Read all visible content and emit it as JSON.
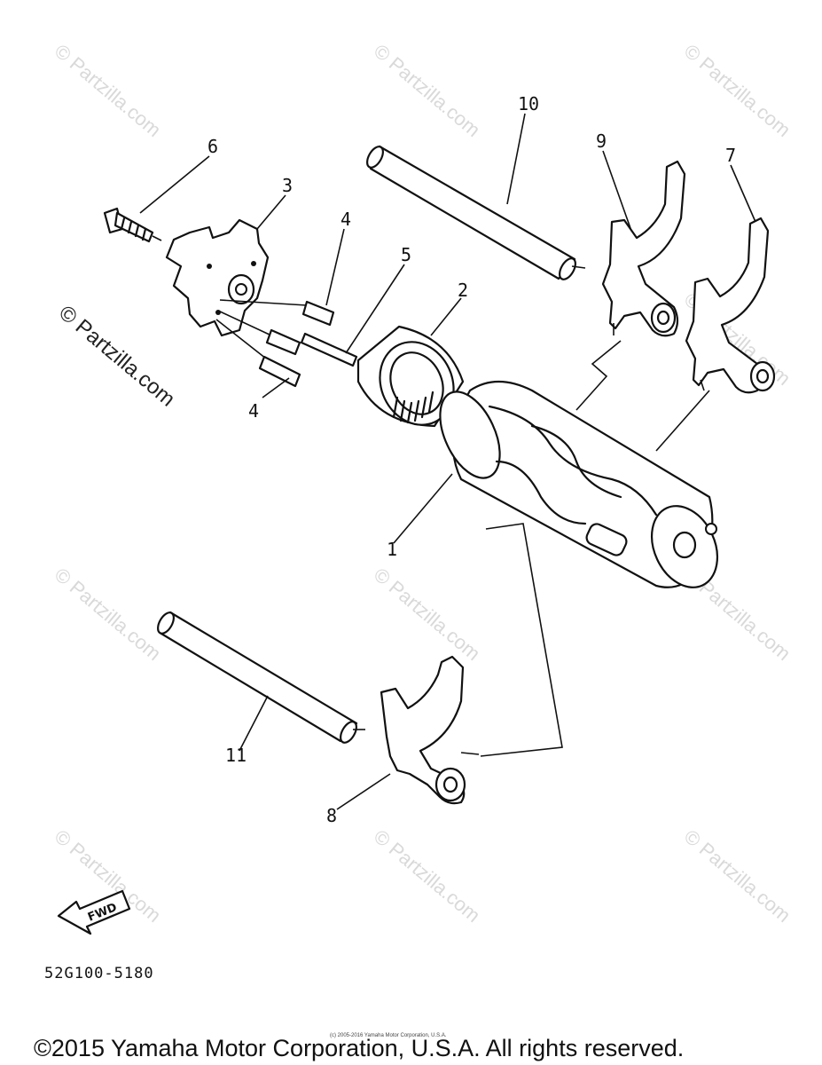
{
  "watermarks": {
    "text": "© Partzilla.com",
    "side_text": "© Partzilla.com"
  },
  "callouts": {
    "c1": "1",
    "c2": "2",
    "c3": "3",
    "c4a": "4",
    "c4b": "4",
    "c5": "5",
    "c6": "6",
    "c7": "7",
    "c8": "8",
    "c9": "9",
    "c10": "10",
    "c11": "11"
  },
  "fwd_label": "FWD",
  "diagram_code": "52G100-5180",
  "footer": {
    "copyright": "©2015 Yamaha Motor Corporation, U.S.A. All rights reserved.",
    "small_print": "(c) 2005-2016 Yamaha Motor Corporation, U.S.A."
  }
}
